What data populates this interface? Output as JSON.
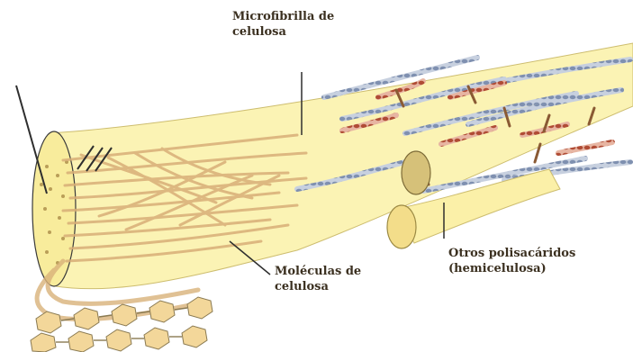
{
  "labels": {
    "microfibrilla": [
      "Microfibrilla de",
      "celulosa"
    ],
    "moleculas": [
      "Moléculas de",
      "celulosa"
    ],
    "otros": [
      "Otros polisacáridos",
      "(hemicelulosa)"
    ]
  },
  "colors": {
    "fibril_fill": "#fbf3b4",
    "fibril_stroke": "#c9b96a",
    "strand": "#d9b27a",
    "hemicellulose_blue": "#8a9bb8",
    "hemicellulose_red": "#b5553e",
    "hexagon_fill": "#f3d79a",
    "text": "#3b3020"
  }
}
